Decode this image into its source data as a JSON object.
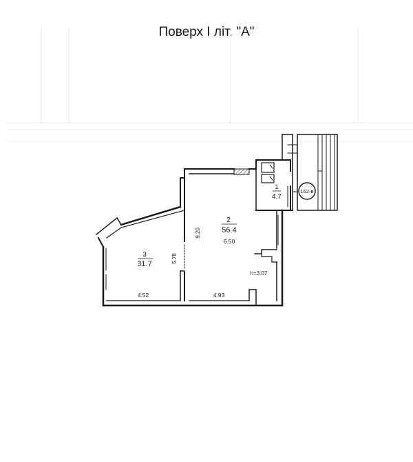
{
  "title": "Поверх І літ. \"А\"",
  "rooms": [
    {
      "number": "1",
      "area": "4.7"
    },
    {
      "number": "2",
      "area": "56.4"
    },
    {
      "number": "3",
      "area": "31.7"
    }
  ],
  "dimensions": {
    "room2_length": "9.20",
    "room2_width": "6.50",
    "room3_length": "5.78",
    "bottom_left": "4.52",
    "bottom_right": "4.93",
    "ceiling_height": "h=3.07"
  },
  "stair_label": "162-в"
}
